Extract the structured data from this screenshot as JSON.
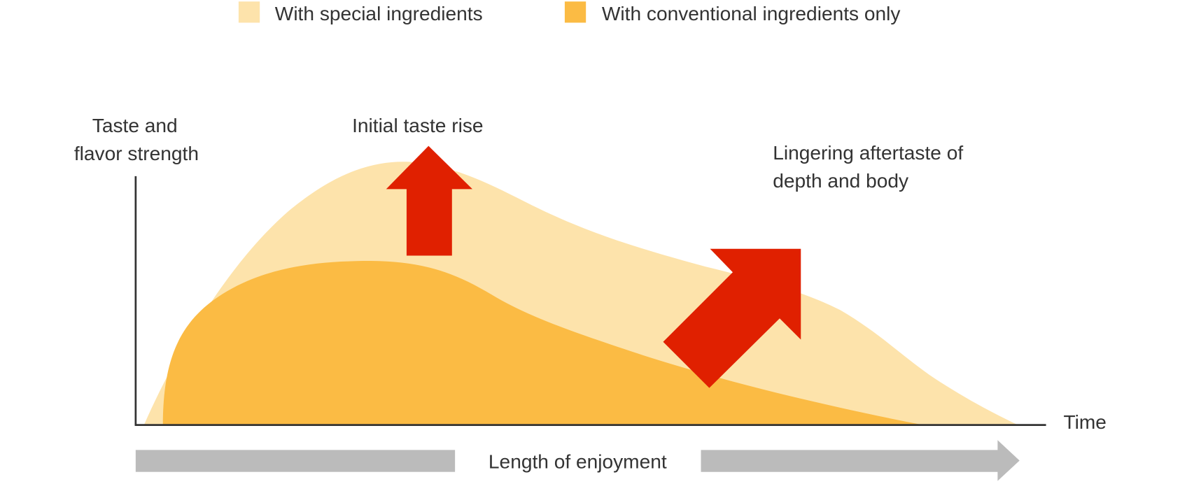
{
  "legend": {
    "special": "With special ingredients",
    "conventional": "With conventional ingredients only"
  },
  "axes": {
    "y_label_line1": "Taste and",
    "y_label_line2": "flavor strength",
    "x_label": "Time"
  },
  "annotations": {
    "initial": "Initial taste rise",
    "lingering_line1": "Lingering aftertaste of",
    "lingering_line2": "depth and body"
  },
  "bottom_arrow_label": "Length of enjoyment",
  "colors": {
    "special": "#fde3ab",
    "conventional": "#fbbb44",
    "arrow": "#e02000",
    "gray": "#bbbbbb",
    "axis": "#333333"
  }
}
